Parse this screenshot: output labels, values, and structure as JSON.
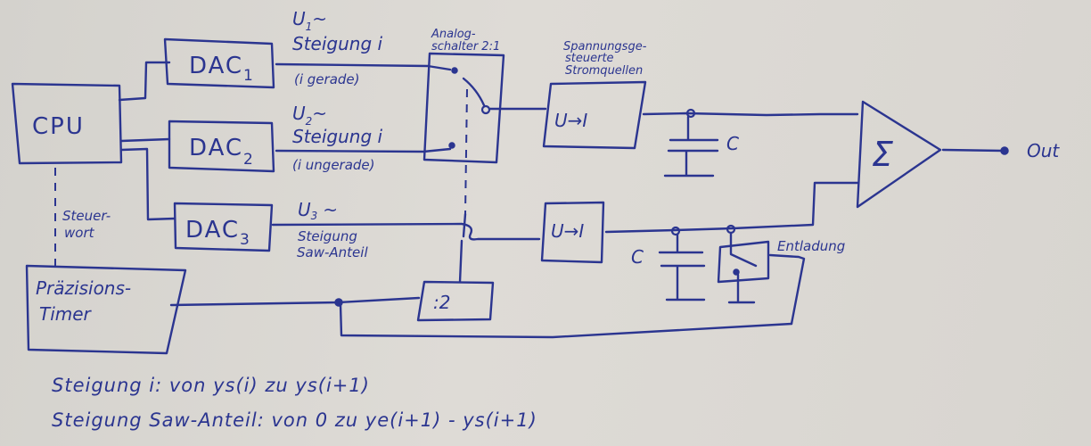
{
  "diagram": {
    "ink_color": "#2b3590",
    "paper_color": "#d9d6d1",
    "blocks": {
      "cpu": "CPU",
      "dac1": {
        "name": "DAC",
        "sub": "1"
      },
      "dac2": {
        "name": "DAC",
        "sub": "2"
      },
      "dac3": {
        "name": "DAC",
        "sub": "3"
      },
      "timer": {
        "line1": "Präzisions-",
        "line2": "Timer"
      },
      "analog_switch": {
        "label_line1": "Analog-",
        "label_line2": "schalter 2:1"
      },
      "vccs_label": {
        "line1": "Spannungsge-",
        "line2": "steuerte",
        "line3": "Stromquellen"
      },
      "vi1": "U→I",
      "vi2": "U→I",
      "divider": ":2",
      "summer": "Σ",
      "discharge": "Entladung",
      "cap1": "C",
      "cap2": "C",
      "out": "Out"
    },
    "signals": {
      "u1": {
        "voltage": "U",
        "sub": "1",
        "tilde": "~",
        "line1": "Steigung i",
        "line2": "(i gerade)"
      },
      "u2": {
        "voltage": "U",
        "sub": "2",
        "tilde": "~",
        "line1": "Steigung i",
        "line2": "(i ungerade)"
      },
      "u3": {
        "voltage": "U",
        "sub": "3",
        "tilde": "~",
        "line1": "Steigung",
        "line2": "Saw-Anteil"
      },
      "control_word": {
        "line1": "Steuer-",
        "line2": "wort"
      }
    },
    "notes": [
      "Steigung i:   von ys(i) zu ys(i+1)",
      "Steigung Saw-Anteil:   von 0 zu ye(i+1) - ys(i+1)"
    ]
  }
}
